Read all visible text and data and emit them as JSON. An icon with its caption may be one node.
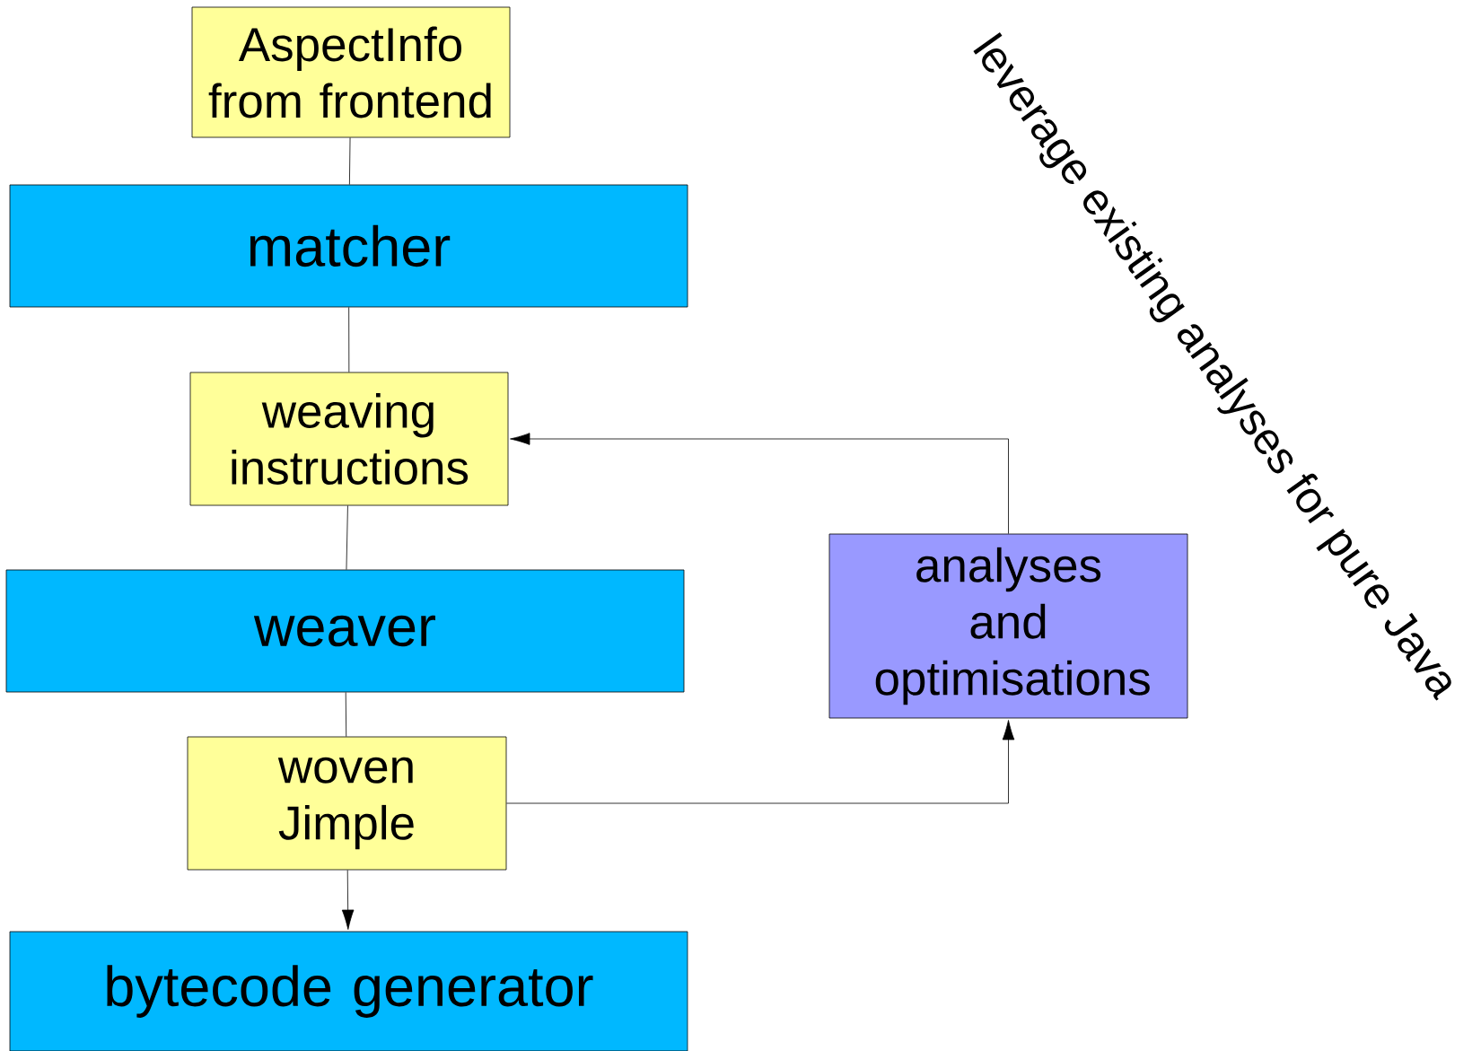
{
  "diagram": {
    "nodes": [
      {
        "text": [
          "AspectInfo from frontend"
        ]
      },
      {
        "text": [
          "matcher"
        ]
      },
      {
        "text": [
          "weaving instructions"
        ]
      },
      {
        "text": [
          "weaver"
        ]
      },
      {
        "text": [
          "woven Jimple"
        ]
      },
      {
        "text": [
          "bytecode generator"
        ]
      },
      {
        "text": [
          "analyses and optimisations"
        ]
      }
    ],
    "edges": [
      {
        "from": 0,
        "to": 1,
        "arrow": "none"
      },
      {
        "from": 1,
        "to": 2,
        "arrow": "none"
      },
      {
        "from": 2,
        "to": 3,
        "arrow": "none"
      },
      {
        "from": 3,
        "to": 4,
        "arrow": "none"
      },
      {
        "from": 4,
        "to": 5,
        "arrow": "to"
      },
      {
        "from": 4,
        "to": 6,
        "arrow": "to"
      },
      {
        "from": 6,
        "to": 2,
        "arrow": "to"
      }
    ],
    "labels": [
      "leverage existing analyses for pure Java"
    ]
  }
}
